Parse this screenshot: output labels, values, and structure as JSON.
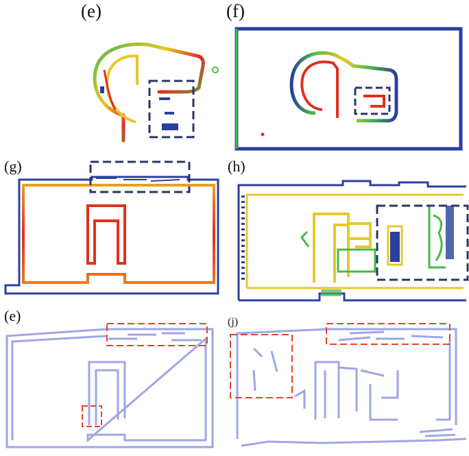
{
  "panels": {
    "p1": {
      "label": "(e)"
    },
    "p2": {
      "label": "(f)"
    },
    "p3": {
      "label": "(g)"
    },
    "p4": {
      "label": "(h)"
    },
    "p5": {
      "label": "(e)"
    },
    "p6": {
      "label": "(j)"
    }
  },
  "colors": {
    "heat_low": "#2b3f9e",
    "heat_mid": "#48b848",
    "heat_high_yellow": "#e8c828",
    "heat_high_red": "#e0301e",
    "highlight_box_dark": "#2a3566",
    "highlight_box_red": "#e0462a",
    "line_map": "#9fa6e6"
  }
}
